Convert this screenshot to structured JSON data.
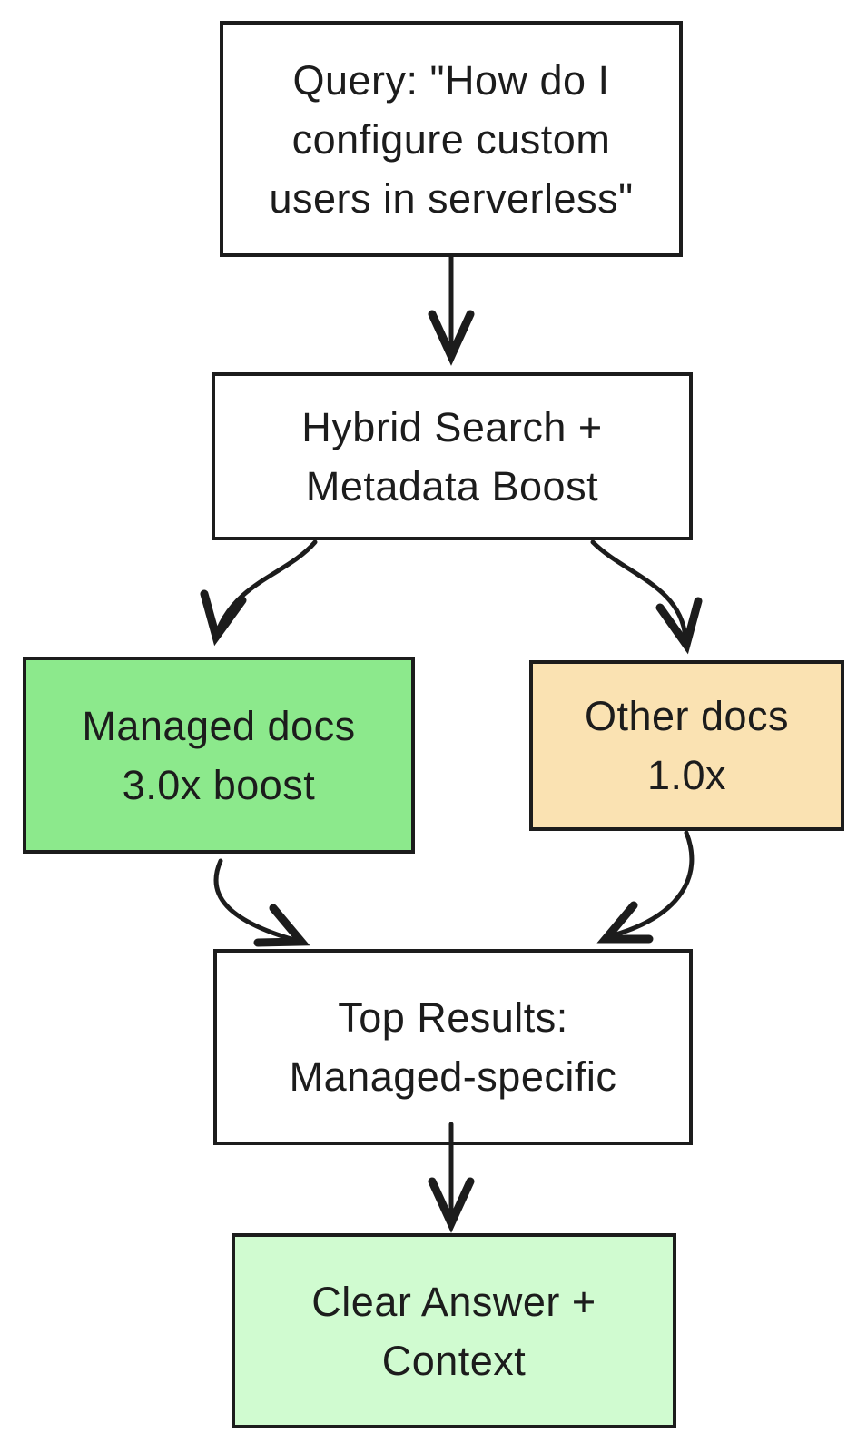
{
  "background": "#ffffff",
  "colors": {
    "border": "#1c1c1c",
    "text": "#1c1c1c",
    "arrow": "#1c1c1c",
    "plain_fill": "#ffffff",
    "managed_fill": "#8ce98c",
    "other_fill": "#fae2b2",
    "answer_fill": "#d0fbd0"
  },
  "nodes": {
    "query": {
      "fill": "#ffffff",
      "lines": [
        "Query: \"How do I",
        "configure custom",
        "users in serverless\""
      ]
    },
    "hybrid": {
      "fill": "#ffffff",
      "lines": [
        "Hybrid Search +",
        "Metadata Boost"
      ]
    },
    "managed": {
      "fill": "#8ce98c",
      "lines": [
        "Managed docs",
        "3.0x boost"
      ]
    },
    "other": {
      "fill": "#fae2b2",
      "lines": [
        "Other docs",
        "1.0x"
      ]
    },
    "results": {
      "fill": "#ffffff",
      "lines": [
        "Top Results:",
        "Managed-specific"
      ]
    },
    "answer": {
      "fill": "#d0fbd0",
      "lines": [
        "Clear Answer +",
        "Context"
      ]
    }
  },
  "edges": [
    {
      "from": "query",
      "to": "hybrid"
    },
    {
      "from": "hybrid",
      "to": "managed"
    },
    {
      "from": "hybrid",
      "to": "other"
    },
    {
      "from": "managed",
      "to": "results"
    },
    {
      "from": "other",
      "to": "results"
    },
    {
      "from": "results",
      "to": "answer"
    }
  ]
}
